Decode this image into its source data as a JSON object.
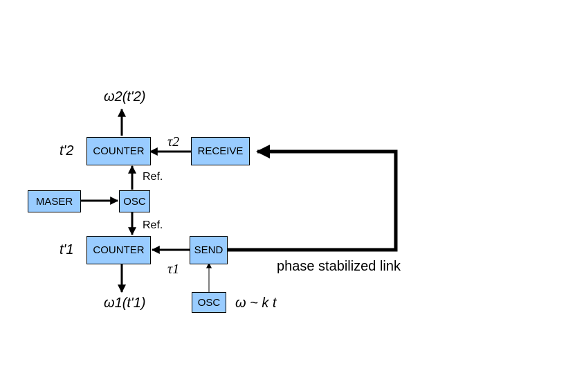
{
  "boxes": {
    "counter_top": "COUNTER",
    "receive": "RECEIVE",
    "maser": "MASER",
    "osc_mid": "OSC",
    "counter_bottom": "COUNTER",
    "send": "SEND",
    "osc_bottom": "OSC"
  },
  "labels": {
    "omega2": "ω2(t'2)",
    "t2": "t'2",
    "tau2": "τ2",
    "ref_top": "Ref.",
    "ref_bottom": "Ref.",
    "t1": "t'1",
    "tau1": "τ1",
    "omega1": "ω1(t'1)",
    "omega_k": "ω ~ k t",
    "link": "phase stabilized link"
  },
  "colors": {
    "box_fill": "#99ccff",
    "line": "#000000"
  }
}
